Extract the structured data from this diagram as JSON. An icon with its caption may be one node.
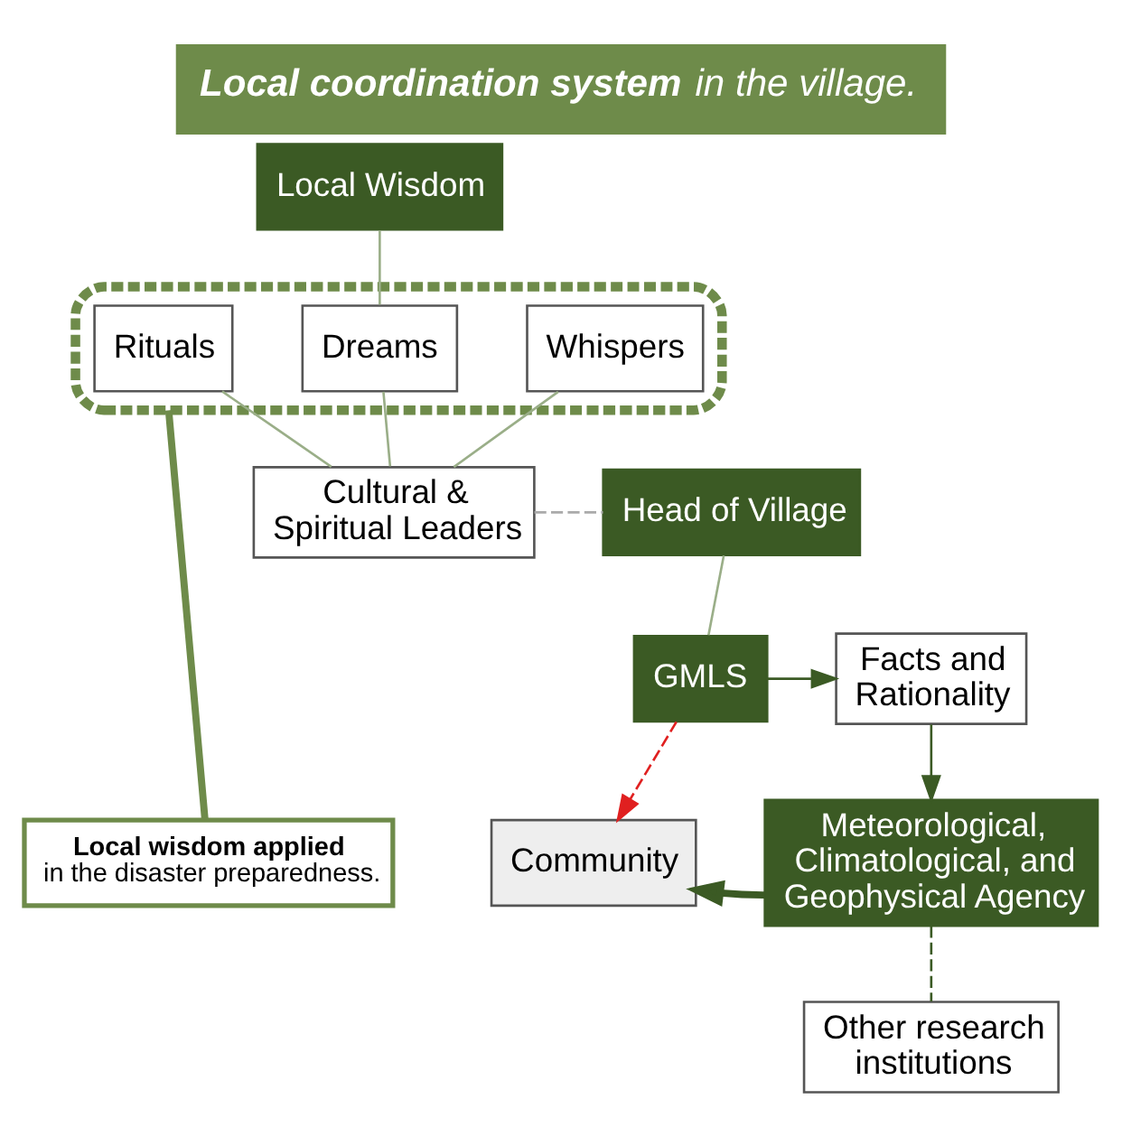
{
  "diagram": {
    "title": "**Local coordination system** in the village.",
    "nodes": [
      {
        "text": [
          "Local Wisdom"
        ]
      },
      {
        "text": [],
        "shape": "box"
      },
      {
        "text": [
          "Rituals"
        ],
        "in": 1
      },
      {
        "text": [
          "Dreams"
        ],
        "in": 1
      },
      {
        "text": [
          "Whispers"
        ],
        "in": 1
      },
      {
        "text": [
          "Cultural & Spiritual Leaders"
        ]
      },
      {
        "text": [
          "Head of Village"
        ]
      },
      {
        "text": [
          "GMLS"
        ]
      },
      {
        "text": [
          "Facts and Rationality"
        ]
      },
      {
        "text": [
          "Local wisdom applied",
          "in the disaster preparedness."
        ]
      },
      {
        "text": [
          "Community"
        ]
      },
      {
        "text": [
          "Meteorological, Climatological, and Geophysical Agency"
        ]
      },
      {
        "text": [
          "Other research institutions"
        ]
      }
    ],
    "edges": [
      {
        "from": 0,
        "to": 3,
        "arrow": "none"
      },
      {
        "from": 2,
        "to": 5,
        "arrow": "none"
      },
      {
        "from": 3,
        "to": 5,
        "arrow": "none"
      },
      {
        "from": 4,
        "to": 5,
        "arrow": "none"
      },
      {
        "from": 5,
        "to": 6,
        "arrow": "none",
        "style": "dashed",
        "color": "#aaaaaa"
      },
      {
        "from": 6,
        "to": 7,
        "arrow": "none"
      },
      {
        "from": 1,
        "to": 9,
        "arrow": "none",
        "style": "thick",
        "color": "#6e8b4a"
      },
      {
        "from": 7,
        "to": 8,
        "arrow": "to",
        "color": "#3b5a24"
      },
      {
        "from": 7,
        "to": 10,
        "arrow": "to",
        "style": "dashed",
        "color": "#e02020"
      },
      {
        "from": 8,
        "to": 11,
        "arrow": "to",
        "color": "#3b5a24"
      },
      {
        "from": 11,
        "to": 10,
        "arrow": "to",
        "style": "thick",
        "color": "#3b5a24"
      },
      {
        "from": 11,
        "to": 12,
        "arrow": "none",
        "style": "dashed",
        "color": "#3b5a24"
      }
    ]
  }
}
